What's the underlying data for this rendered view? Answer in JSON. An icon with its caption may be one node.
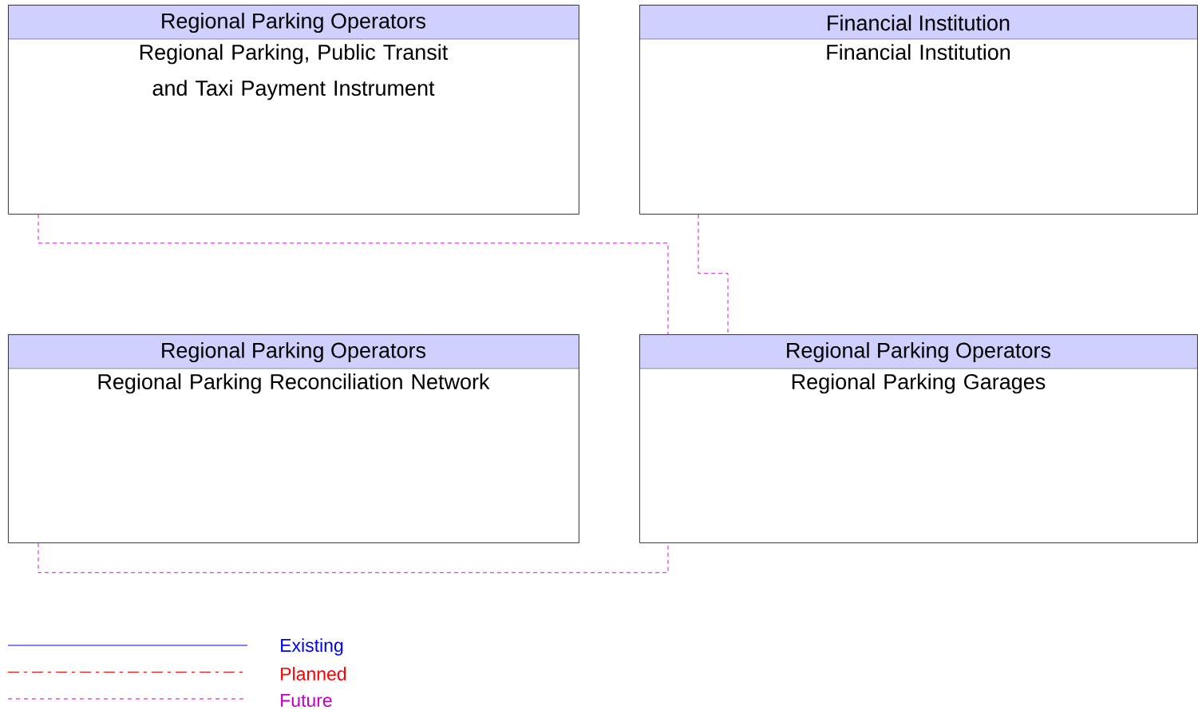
{
  "diagram": {
    "nodes": [
      {
        "text": [
          "Regional Parking Operators",
          "Regional Parking, Public Transit and Taxi Payment Instrument"
        ]
      },
      {
        "text": [
          "Financial Institution",
          "Financial Institution"
        ]
      },
      {
        "text": [
          "Regional Parking Operators",
          "Regional Parking Reconciliation Network"
        ]
      },
      {
        "text": [
          "Regional Parking Operators",
          "Regional Parking Garages"
        ]
      }
    ],
    "edges": [
      {
        "from": 0,
        "to": 3,
        "arrow": "none",
        "style": "dashed",
        "color": "#c000c0"
      },
      {
        "from": 1,
        "to": 3,
        "arrow": "none",
        "style": "dashed",
        "color": "#c000c0"
      },
      {
        "from": 2,
        "to": 3,
        "arrow": "none",
        "style": "dashed",
        "color": "#c000c0"
      }
    ],
    "legend": [
      {
        "text": "Existing"
      },
      {
        "text": "Planned"
      },
      {
        "text": "Future"
      }
    ]
  }
}
